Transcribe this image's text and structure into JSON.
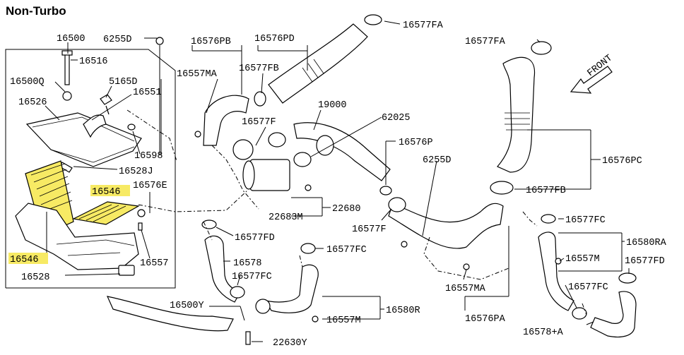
{
  "title": "Non-Turbo",
  "highlight_color": "#f7ea64",
  "callouts": [
    {
      "id": "c1",
      "text": "16500"
    },
    {
      "id": "c2",
      "text": "6255D"
    },
    {
      "id": "c3",
      "text": "16516"
    },
    {
      "id": "c4",
      "text": "16500Q"
    },
    {
      "id": "c5",
      "text": "5165D"
    },
    {
      "id": "c6",
      "text": "16551"
    },
    {
      "id": "c7",
      "text": "16526"
    },
    {
      "id": "c8",
      "text": "16598"
    },
    {
      "id": "c9",
      "text": "16528J"
    },
    {
      "id": "c10",
      "text": "16546",
      "highlight": true
    },
    {
      "id": "c11",
      "text": "16576E"
    },
    {
      "id": "c12",
      "text": "16546",
      "highlight": true
    },
    {
      "id": "c13",
      "text": "16557"
    },
    {
      "id": "c14",
      "text": "16528"
    },
    {
      "id": "c15",
      "text": "16576PB"
    },
    {
      "id": "c16",
      "text": "16576PD"
    },
    {
      "id": "c17",
      "text": "16557MA"
    },
    {
      "id": "c18",
      "text": "16577FB"
    },
    {
      "id": "c19",
      "text": "16577F"
    },
    {
      "id": "c20",
      "text": "19000"
    },
    {
      "id": "c21",
      "text": "62025"
    },
    {
      "id": "c22",
      "text": "16577FA"
    },
    {
      "id": "c23",
      "text": "16577FA"
    },
    {
      "id": "c24",
      "text": "16576P"
    },
    {
      "id": "c25",
      "text": "6255D"
    },
    {
      "id": "c26",
      "text": "16576PC"
    },
    {
      "id": "c27",
      "text": "16577FB"
    },
    {
      "id": "c28",
      "text": "22680"
    },
    {
      "id": "c29",
      "text": "22683M"
    },
    {
      "id": "c30",
      "text": "16577F"
    },
    {
      "id": "c31",
      "text": "16577FC"
    },
    {
      "id": "c32",
      "text": "16577FD"
    },
    {
      "id": "c33",
      "text": "16578"
    },
    {
      "id": "c34",
      "text": "16577FC"
    },
    {
      "id": "c35",
      "text": "16577FC"
    },
    {
      "id": "c36",
      "text": "16580RA"
    },
    {
      "id": "c37",
      "text": "16557M"
    },
    {
      "id": "c38",
      "text": "16577FD"
    },
    {
      "id": "c39",
      "text": "16577FC"
    },
    {
      "id": "c40",
      "text": "16557MA"
    },
    {
      "id": "c41",
      "text": "16576PA"
    },
    {
      "id": "c42",
      "text": "16500Y"
    },
    {
      "id": "c43",
      "text": "16580R"
    },
    {
      "id": "c44",
      "text": "16557M"
    },
    {
      "id": "c45",
      "text": "16578+A"
    },
    {
      "id": "c46",
      "text": "22630Y"
    }
  ],
  "front_label": "FRONT"
}
